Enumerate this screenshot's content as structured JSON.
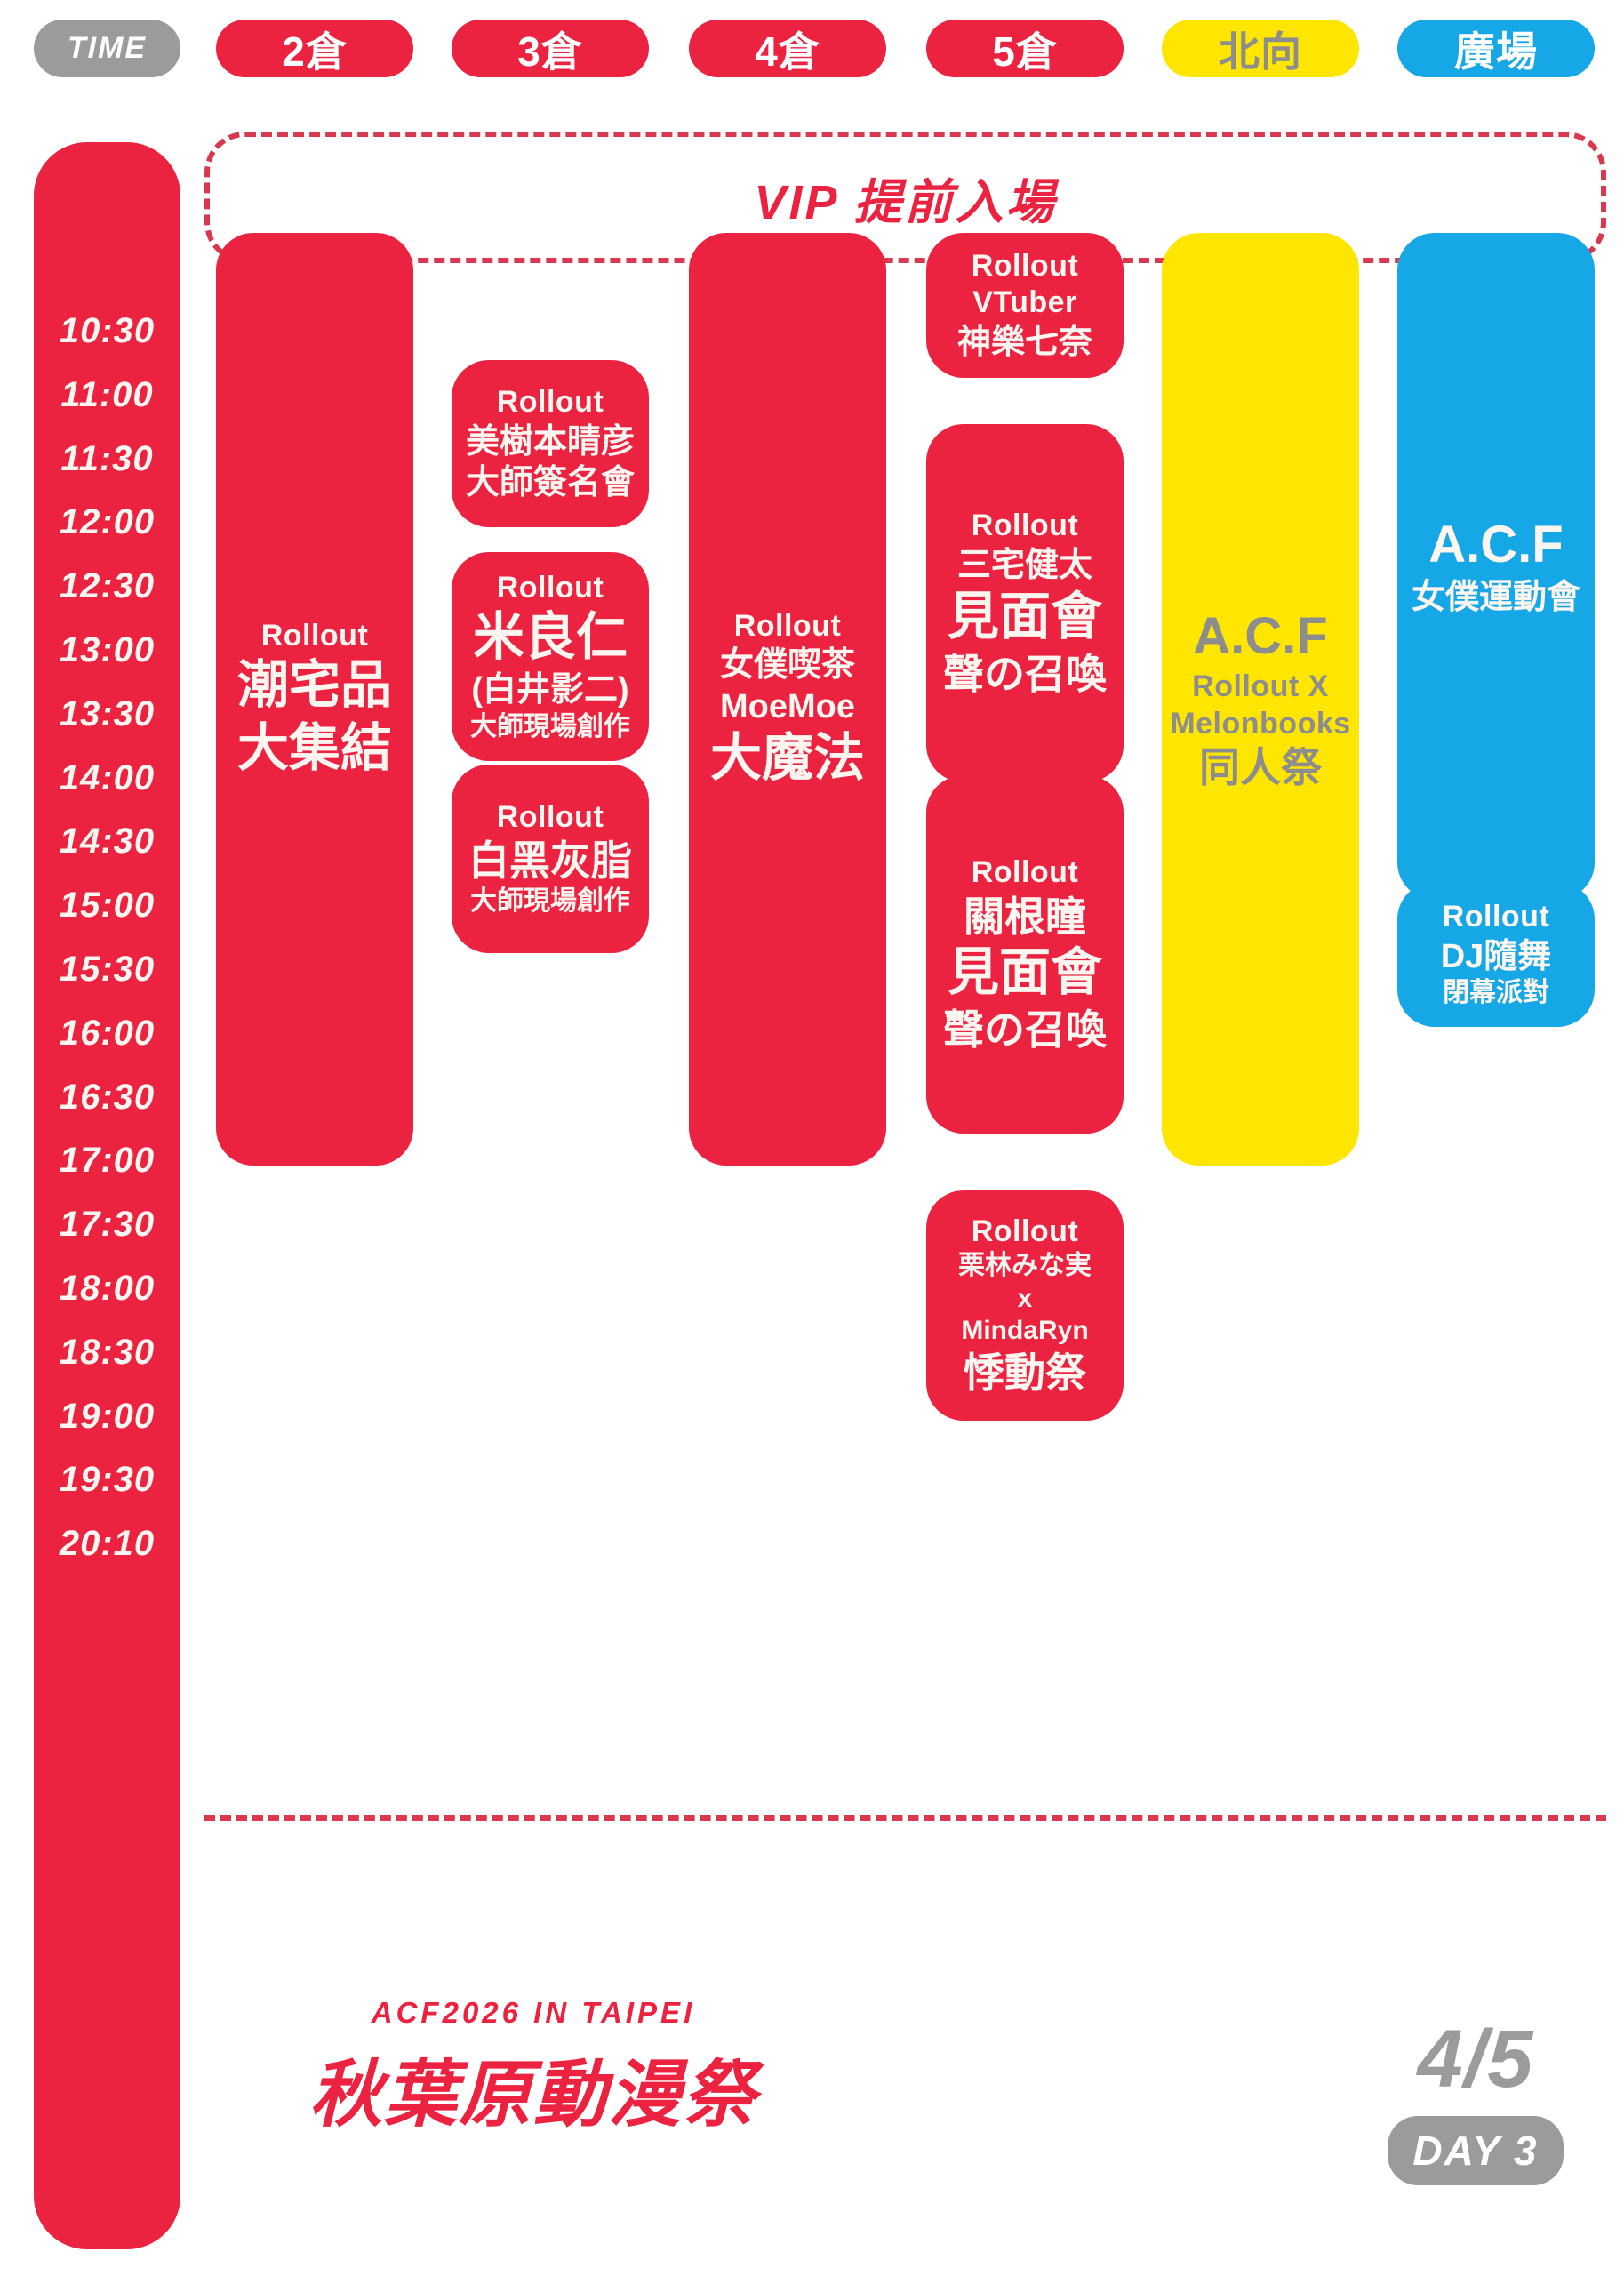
{
  "meta": {
    "colors": {
      "red": "#ec2340",
      "yellow": "#ffe600",
      "blue": "#16a7e6",
      "grey": "#9b9b9b",
      "cream": "#fdf5ef",
      "white": "#ffffff"
    }
  },
  "header": {
    "time_label": "TIME",
    "venues": [
      {
        "label": "2倉",
        "color": "red"
      },
      {
        "label": "3倉",
        "color": "red"
      },
      {
        "label": "4倉",
        "color": "red"
      },
      {
        "label": "5倉",
        "color": "red"
      },
      {
        "label": "北向",
        "color": "yellow"
      },
      {
        "label": "廣場",
        "color": "blue"
      }
    ]
  },
  "vip_banner": {
    "text": "VIP 提前入場"
  },
  "time_axis": {
    "times": [
      "10:30",
      "11:00",
      "11:30",
      "12:00",
      "12:30",
      "13:00",
      "13:30",
      "14:00",
      "14:30",
      "15:00",
      "15:30",
      "16:00",
      "16:30",
      "17:00",
      "17:30",
      "18:00",
      "18:30",
      "19:00",
      "19:30",
      "20:10"
    ]
  },
  "events": {
    "hall2": [
      {
        "id": "hall2-main",
        "color": "red",
        "start": "11:00",
        "end": "18:00",
        "lines": [
          {
            "text": "Rollout",
            "level": "brand"
          },
          {
            "text": "潮宅品",
            "level": "xl"
          },
          {
            "text": "大集結",
            "level": "xl"
          }
        ]
      }
    ],
    "hall3": [
      {
        "id": "hall3-mikimoto",
        "color": "red",
        "start": "12:00",
        "end": "13:00",
        "lines": [
          {
            "text": "Rollout",
            "level": "brand"
          },
          {
            "text": "美樹本晴彦",
            "level": "md"
          },
          {
            "text": "大師簽名會",
            "level": "md"
          }
        ]
      },
      {
        "id": "hall3-komera",
        "color": "red",
        "start": "13:30",
        "end": "14:50",
        "lines": [
          {
            "text": "Rollout",
            "level": "brand"
          },
          {
            "text": "米良仁",
            "level": "xl"
          },
          {
            "text": "(白井影二)",
            "level": "md"
          },
          {
            "text": "大師現場創作",
            "level": "sm"
          }
        ]
      },
      {
        "id": "hall3-shirokurohaishi",
        "color": "red",
        "start": "15:10",
        "end": "16:20",
        "lines": [
          {
            "text": "Rollout",
            "level": "brand"
          },
          {
            "text": "白黑灰脂",
            "level": "lg"
          },
          {
            "text": "大師現場創作",
            "level": "sm"
          }
        ]
      }
    ],
    "hall4": [
      {
        "id": "hall4-maidcafe",
        "color": "red",
        "start": "11:00",
        "end": "18:00",
        "lines": [
          {
            "text": "Rollout",
            "level": "brand"
          },
          {
            "text": "女僕喫茶",
            "level": "md"
          },
          {
            "text": "MoeMoe",
            "level": "md"
          },
          {
            "text": "大魔法",
            "level": "xl"
          }
        ]
      }
    ],
    "hall5": [
      {
        "id": "hall5-vtuber",
        "color": "red",
        "start": "11:00",
        "end": "11:50",
        "lines": [
          {
            "text": "Rollout",
            "level": "brand"
          },
          {
            "text": "VTuber",
            "level": "brand"
          },
          {
            "text": "神樂七奈",
            "level": "md"
          }
        ]
      },
      {
        "id": "hall5-miyake",
        "color": "red",
        "start": "12:30",
        "end": "15:00",
        "lines": [
          {
            "text": "Rollout",
            "level": "brand"
          },
          {
            "text": "三宅健太",
            "level": "md"
          },
          {
            "text": "見面會",
            "level": "xl"
          },
          {
            "text": "聲の召喚",
            "level": "lg"
          }
        ]
      },
      {
        "id": "hall5-sekine",
        "color": "red",
        "start": "15:15",
        "end": "17:45",
        "lines": [
          {
            "text": "Rollout",
            "level": "brand"
          },
          {
            "text": "關根瞳",
            "level": "lg"
          },
          {
            "text": "見面會",
            "level": "xl"
          },
          {
            "text": "聲の召喚",
            "level": "lg"
          }
        ]
      },
      {
        "id": "hall5-night",
        "color": "red",
        "start": "18:30",
        "end": "20:10",
        "lines": [
          {
            "text": "Rollout",
            "level": "brand"
          },
          {
            "text": "栗林みな実",
            "level": "sm"
          },
          {
            "text": "x",
            "level": "sm"
          },
          {
            "text": "MindaRyn",
            "level": "sm"
          },
          {
            "text": "悸動祭",
            "level": "lg"
          }
        ]
      }
    ],
    "north": [
      {
        "id": "north-doujin",
        "color": "yellow",
        "start": "11:00",
        "end": "18:00",
        "lines": [
          {
            "text": "A.C.F",
            "level": "xl"
          },
          {
            "text": "Rollout X",
            "level": "brand"
          },
          {
            "text": "Melonbooks",
            "level": "brand"
          },
          {
            "text": "同人祭",
            "level": "lg"
          }
        ]
      }
    ],
    "plaza": [
      {
        "id": "plaza-maidsports",
        "color": "blue",
        "start": "11:00",
        "end": "15:55",
        "lines": [
          {
            "text": "A.C.F",
            "level": "xl"
          },
          {
            "text": "女僕運動會",
            "level": "md"
          }
        ]
      },
      {
        "id": "plaza-dj",
        "color": "blue",
        "start": "16:05",
        "end": "16:55",
        "lines": [
          {
            "text": "Rollout",
            "level": "brand"
          },
          {
            "text": "DJ隨舞",
            "level": "md"
          },
          {
            "text": "閉幕派對",
            "level": "sm"
          }
        ]
      }
    ]
  },
  "footer": {
    "logo_sub": "ACF2026 IN TAIPEI",
    "logo_main": "秋葉原動漫祭",
    "date": "4/5",
    "day_badge": "DAY 3"
  }
}
